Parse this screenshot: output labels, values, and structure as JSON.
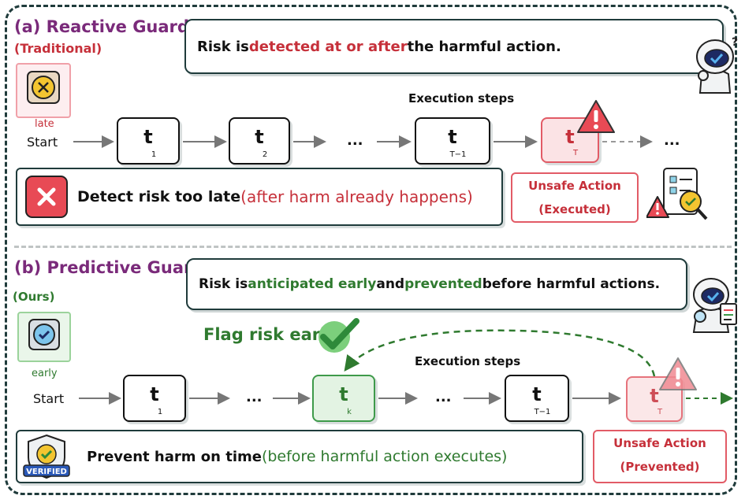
{
  "section_a": {
    "title": "(a) Reactive Guard",
    "subtitle": "(Traditional)",
    "status_label": "late",
    "callout": {
      "pre": "Risk is ",
      "highlight": "detected at or after",
      "post": " the harmful action."
    },
    "exec_label": "Execution steps",
    "start_label": "Start",
    "steps": [
      {
        "main": "t",
        "sub": "1"
      },
      {
        "main": "t",
        "sub": "2"
      },
      {
        "main": "t",
        "sub": "T−1"
      },
      {
        "main": "t",
        "sub": "T"
      }
    ],
    "dots": "...",
    "result": {
      "pre": "Detect risk too late ",
      "highlight": "(after harm already happens)"
    },
    "unsafe": {
      "line1": "Unsafe Action",
      "line2": "(Executed)"
    }
  },
  "section_b": {
    "title": "(b) Predictive Guard",
    "subtitle": "(Ours)",
    "status_label": "early",
    "callout": {
      "pre": "Risk is ",
      "h1": "anticipated early",
      "mid": " and ",
      "h2": "prevented",
      "post": " before harmful actions."
    },
    "flag_label": "Flag risk early",
    "exec_label": "Execution steps",
    "start_label": "Start",
    "steps": [
      {
        "main": "t",
        "sub": "1"
      },
      {
        "main": "t",
        "sub": "k"
      },
      {
        "main": "t",
        "sub": "T−1"
      },
      {
        "main": "t",
        "sub": "T"
      }
    ],
    "dots": "...",
    "result": {
      "pre": "Prevent harm on time ",
      "highlight": "(before harmful action executes)"
    },
    "badge_text": "VERIFIED",
    "unsafe": {
      "line1": "Unsafe Action",
      "line2": "(Prevented)"
    }
  },
  "colors": {
    "red": "#c6303a",
    "green": "#2f7a2f",
    "purple": "#7a2a7a",
    "border": "#1f3b3b"
  }
}
